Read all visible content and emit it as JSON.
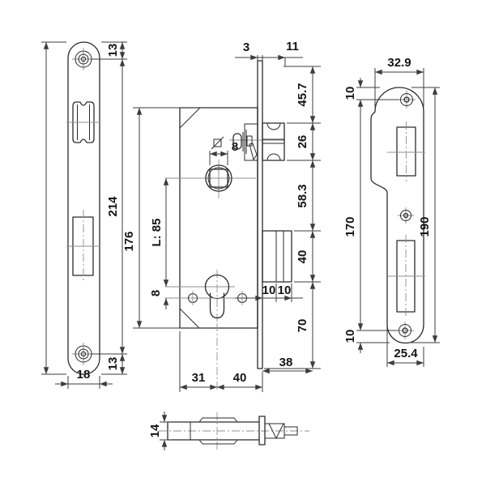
{
  "drawing_title": "mortise-lock-technical-drawing",
  "colors": {
    "background": "#ffffff",
    "outline": "#2b2b2b",
    "dimension": "#3c3c3c",
    "centerline": "#8f8f8f",
    "text": "#141414"
  },
  "left_view": {
    "name": "faceplate-front-view",
    "dim_top_screw_offset": "13",
    "dim_screw_spacing": "214",
    "dim_bottom_screw_offset": "13",
    "dim_plate_width": "18"
  },
  "center_view": {
    "name": "lock-case-front-and-side-view",
    "dim_faceplate_thickness": "3",
    "dim_latch_projection": "11",
    "seg_top_to_latch": "45.7",
    "seg_latch_height": "26",
    "seg_latch_to_deadbolt": "58.3",
    "seg_deadbolt_height": "40",
    "seg_deadbolt_to_bottom": "70",
    "dim_case_height": "176",
    "dim_spindle_square": "8",
    "dim_centers": "L: 85",
    "dim_cylinder_to_hole": "8",
    "dim_throw_first": "10",
    "dim_throw_second": "10",
    "dim_case_depth": "38",
    "dim_back_to_cylinder": "31",
    "dim_backset": "40"
  },
  "bottom_view": {
    "name": "lock-case-bottom-view",
    "dim_case_thickness": "14"
  },
  "right_view": {
    "name": "strike-plate-front-view",
    "dim_plate_width_top": "32.9",
    "dim_top_screw_offset": "10",
    "dim_screw_spacing": "170",
    "dim_plate_height": "190",
    "dim_bottom_screw_offset": "10",
    "dim_plate_width_bottom": "25.4"
  }
}
